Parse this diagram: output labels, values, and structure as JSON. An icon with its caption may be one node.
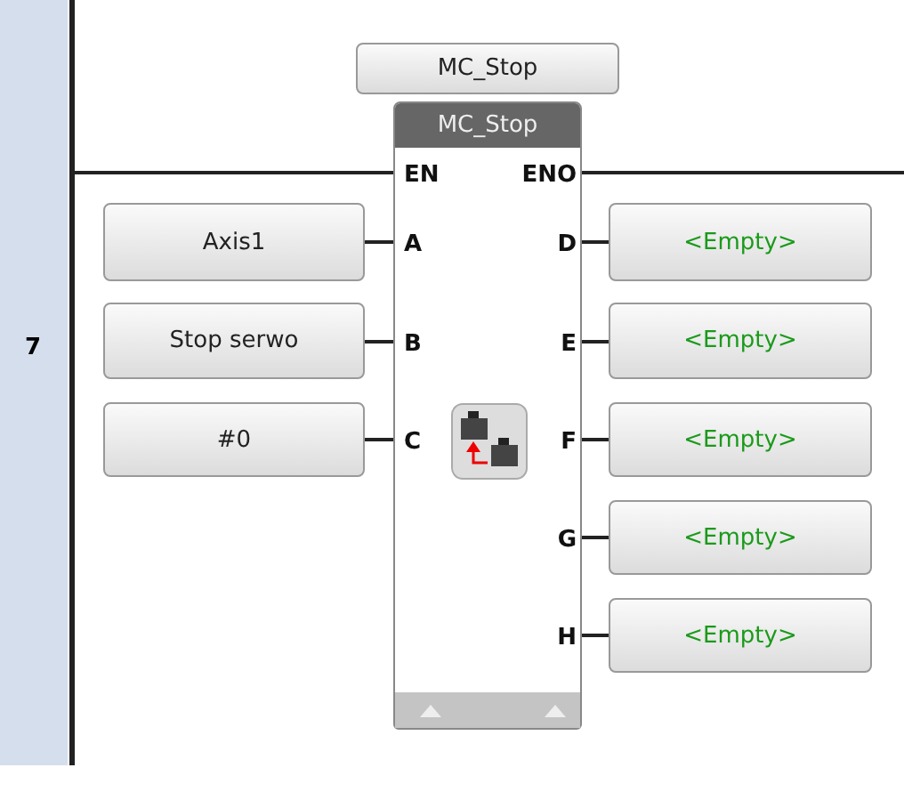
{
  "diagram": {
    "nodes": [
      {
        "text": [
          "MC_Stop"
        ]
      },
      {
        "text": [
          "MC_Stop"
        ]
      },
      {
        "text": [
          "EN"
        ],
        "in": 1
      },
      {
        "text": [
          "ENO"
        ],
        "in": 1
      },
      {
        "text": [
          "A"
        ],
        "in": 1
      },
      {
        "text": [
          "B"
        ],
        "in": 1
      },
      {
        "text": [
          "C"
        ],
        "in": 1
      },
      {
        "text": [
          "D"
        ],
        "in": 1
      },
      {
        "text": [
          "E"
        ],
        "in": 1
      },
      {
        "text": [
          "F"
        ],
        "in": 1
      },
      {
        "text": [
          "G"
        ],
        "in": 1
      },
      {
        "text": [
          "H"
        ],
        "in": 1
      },
      {
        "text": [
          "Axis1"
        ]
      },
      {
        "text": [
          "Stop serwo"
        ]
      },
      {
        "text": [
          "#0"
        ]
      },
      {
        "text": [
          "<Empty>"
        ]
      },
      {
        "text": [
          "<Empty>"
        ]
      },
      {
        "text": [
          "<Empty>"
        ]
      },
      {
        "text": [
          "<Empty>"
        ]
      },
      {
        "text": [
          "<Empty>"
        ]
      },
      {
        "text": [],
        "shape": "bar"
      }
    ],
    "edges": [
      {
        "from": 20,
        "to": 2,
        "arrow": "none"
      },
      {
        "from": 3,
        "to": null,
        "arrow": "none"
      },
      {
        "from": 12,
        "to": 4,
        "arrow": "none"
      },
      {
        "from": 13,
        "to": 5,
        "arrow": "none"
      },
      {
        "from": 14,
        "to": 6,
        "arrow": "none"
      },
      {
        "from": 7,
        "to": 15,
        "arrow": "none"
      },
      {
        "from": 8,
        "to": 16,
        "arrow": "none"
      },
      {
        "from": 9,
        "to": 17,
        "arrow": "none"
      },
      {
        "from": 10,
        "to": 18,
        "arrow": "none"
      },
      {
        "from": 11,
        "to": 19,
        "arrow": "none"
      }
    ],
    "labels": [
      "7"
    ]
  }
}
